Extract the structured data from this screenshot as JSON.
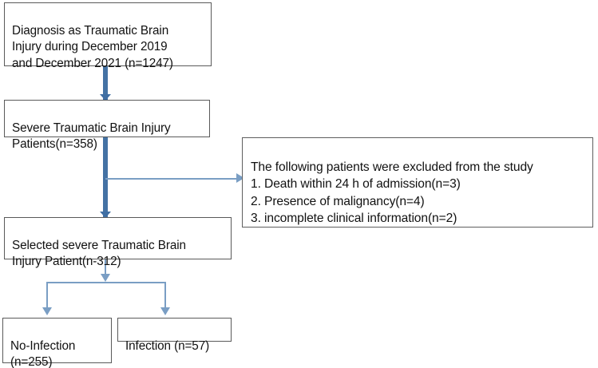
{
  "diagram": {
    "type": "study-flow-chart",
    "nodes": {
      "diagnosis": {
        "text": "Diagnosis as Traumatic Brain\nInjury during December 2019\nand December 2021 (n=1247)",
        "count": 1247
      },
      "severe": {
        "text": "Severe Traumatic Brain Injury\nPatients(n=358)",
        "count": 358
      },
      "exclusion": {
        "text": "The following patients were excluded from the study\n1. Death within 24 h of admission(n=3)\n2. Presence of malignancy(n=4)\n3. incomplete clinical information(n=2)",
        "heading": "The following patients were excluded from the study",
        "items": [
          "1. Death within 24 h of admission(n=3)",
          "2. Presence of malignancy(n=4)",
          "3. incomplete clinical information(n=2)"
        ],
        "counts": [
          3,
          4,
          2
        ]
      },
      "selected": {
        "text": "Selected severe Traumatic Brain\nInjury Patient(n-312)",
        "count": 312
      },
      "no_infection": {
        "text": "No-Infection\n(n=255)",
        "count": 255
      },
      "infection": {
        "text": "Infection (n=57)",
        "count": 57
      }
    },
    "colors": {
      "box_border": "#5a5a5a",
      "box_fill": "#ffffff",
      "trunk_connector": "#4472a4",
      "thin_connector": "#7a9ec4",
      "text": "#111111"
    }
  }
}
